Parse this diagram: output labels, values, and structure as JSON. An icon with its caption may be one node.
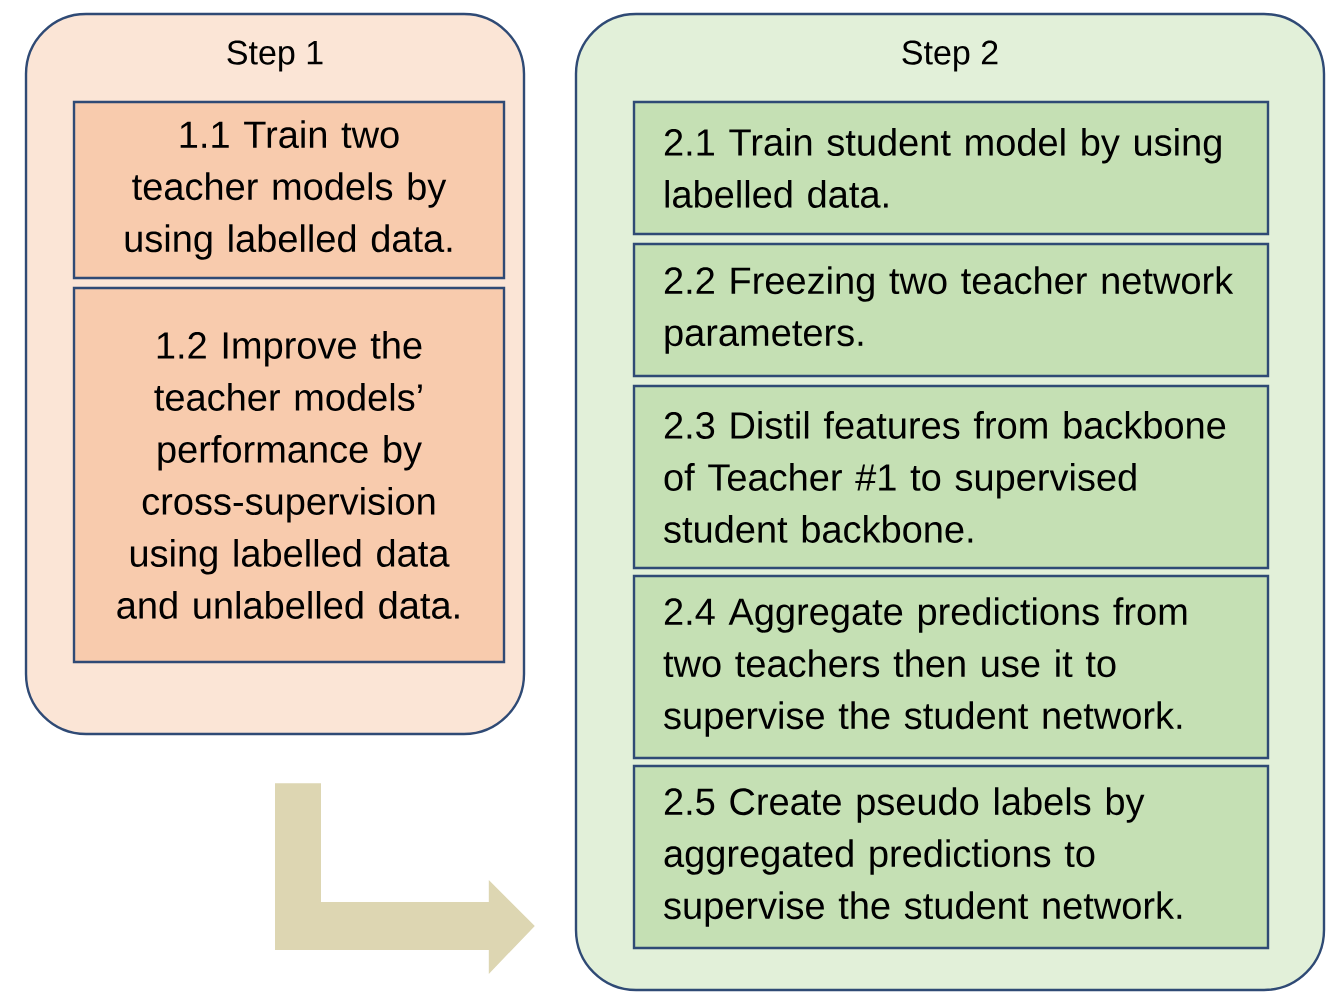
{
  "diagram": {
    "nodes": [
      {
        "text": [
          "Step 1"
        ]
      },
      {
        "text": [
          "1.1 Train two teacher models by using labelled data."
        ],
        "in": 0
      },
      {
        "text": [
          "1.2 Improve the teacher models’ performance by cross-supervision using labelled data and unlabelled data."
        ],
        "in": 0
      },
      {
        "text": [
          "Step 2"
        ]
      },
      {
        "text": [
          "2.1 Train student model by using labelled data."
        ],
        "in": 3
      },
      {
        "text": [
          "2.2 Freezing two teacher network parameters."
        ],
        "in": 3
      },
      {
        "text": [
          "2.3 Distil features from backbone of Teacher #1 to supervised student backbone."
        ],
        "in": 3
      },
      {
        "text": [
          "2.4 Aggregate predictions from two teachers then use it to supervise the student network."
        ],
        "in": 3
      },
      {
        "text": [
          "2.5 Create pseudo labels by aggregated predictions to supervise the student network."
        ],
        "in": 3
      }
    ],
    "edges": [
      {
        "from": 0,
        "to": 3,
        "arrow": "to"
      }
    ]
  }
}
